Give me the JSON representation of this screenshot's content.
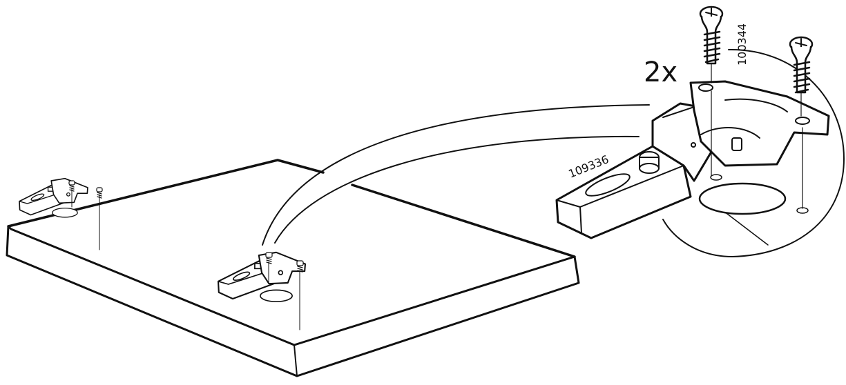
{
  "diagram": {
    "quantity_label": "2x",
    "part_screw": "100344",
    "part_pin": "109336",
    "colors": {
      "ink": "#111111",
      "paper": "#ffffff"
    }
  }
}
